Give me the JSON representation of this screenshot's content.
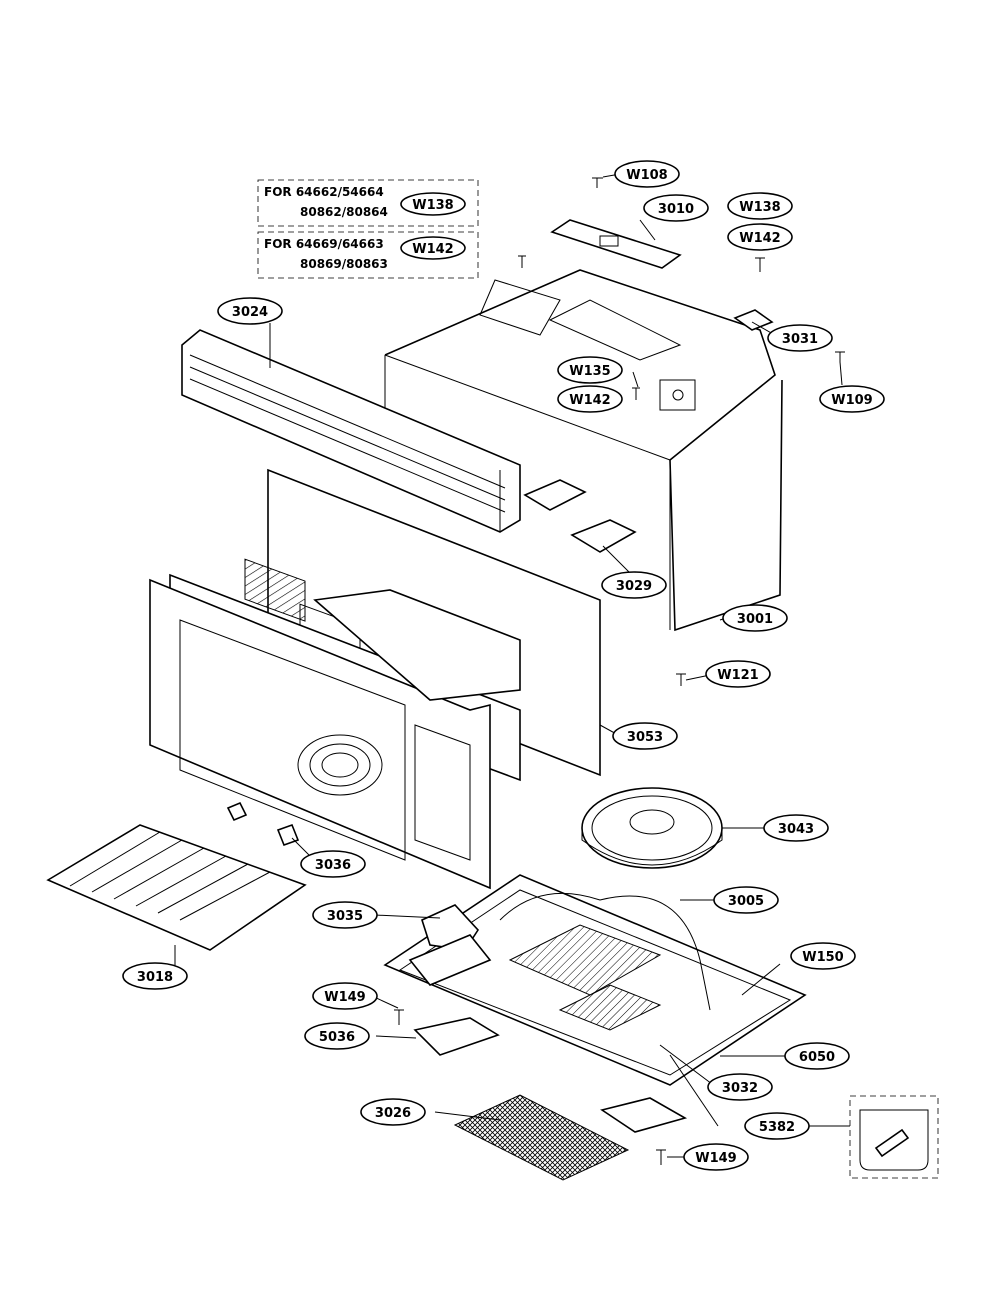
{
  "notes": [
    {
      "line1": "FOR 64662/54664",
      "line2": "80862/80864",
      "part": "W138"
    },
    {
      "line1": "FOR 64669/64663",
      "line2": "80869/80863",
      "part": "W142"
    }
  ],
  "callouts": {
    "w108": "W108",
    "p3010": "3010",
    "w138": "W138",
    "w142_top": "W142",
    "p3024": "3024",
    "p3031": "3031",
    "w135": "W135",
    "w142_mid": "W142",
    "w109": "W109",
    "p3029": "3029",
    "p3001": "3001",
    "w121": "W121",
    "p3053": "3053",
    "p3043": "3043",
    "p3036": "3036",
    "p3005": "3005",
    "p3035": "3035",
    "w150": "W150",
    "p3018": "3018",
    "w149_a": "W149",
    "p5036": "5036",
    "p6050": "6050",
    "p3032": "3032",
    "p3026": "3026",
    "p5382": "5382",
    "w149_b": "W149"
  }
}
